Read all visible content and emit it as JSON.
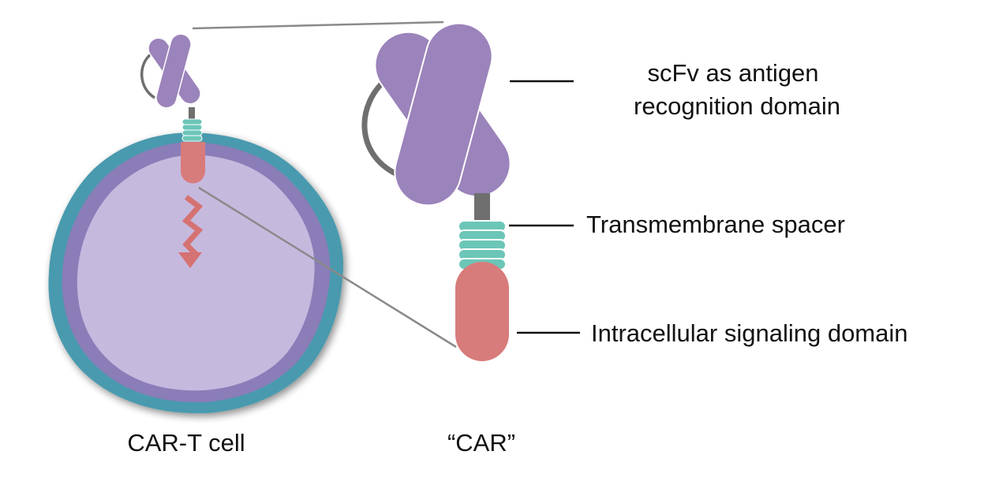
{
  "labels": {
    "scfv_line1": "scFv as antigen",
    "scfv_line2": "recognition domain",
    "transmembrane": "Transmembrane spacer",
    "intracellular": "Intracellular signaling domain",
    "cell_caption": "CAR-T cell",
    "car_caption": "“CAR”"
  },
  "colors": {
    "scfv": "#9b83bb",
    "transmembrane": "#6cc6b8",
    "intracellular": "#d87b7b",
    "linker": "#6f6f6f",
    "membrane_outer": "#4a9aae",
    "membrane_inner": "#8a7db8",
    "cytoplasm": "#c6b9de",
    "signal_arrow": "#d57272"
  }
}
